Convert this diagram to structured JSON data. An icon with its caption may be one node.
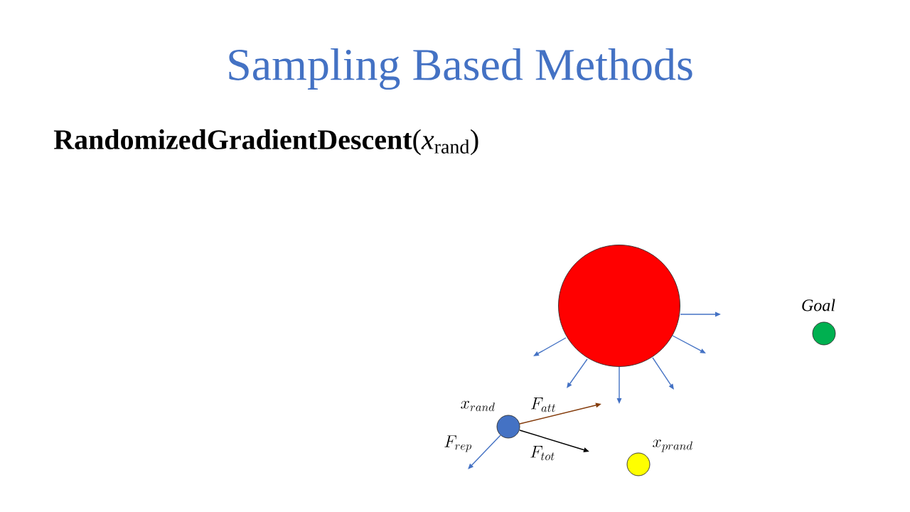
{
  "diagram": {
    "title": "Sampling Based Methods",
    "nodes": [
      {
        "text": [],
        "shape": "circle"
      },
      {
        "text": [],
        "shape": "circle",
        "beside": [
          "Goal"
        ]
      },
      {
        "text": [],
        "shape": "circle",
        "beside": [
          "x_{rand}"
        ]
      },
      {
        "text": [],
        "shape": "circle",
        "beside": [
          "x_{prand}"
        ]
      }
    ],
    "labels": [
      "**RandomizedGradientDescent**(*x*$_{rand}$)",
      "F_{att}",
      "F_{rep}",
      "F_{tot}"
    ]
  }
}
